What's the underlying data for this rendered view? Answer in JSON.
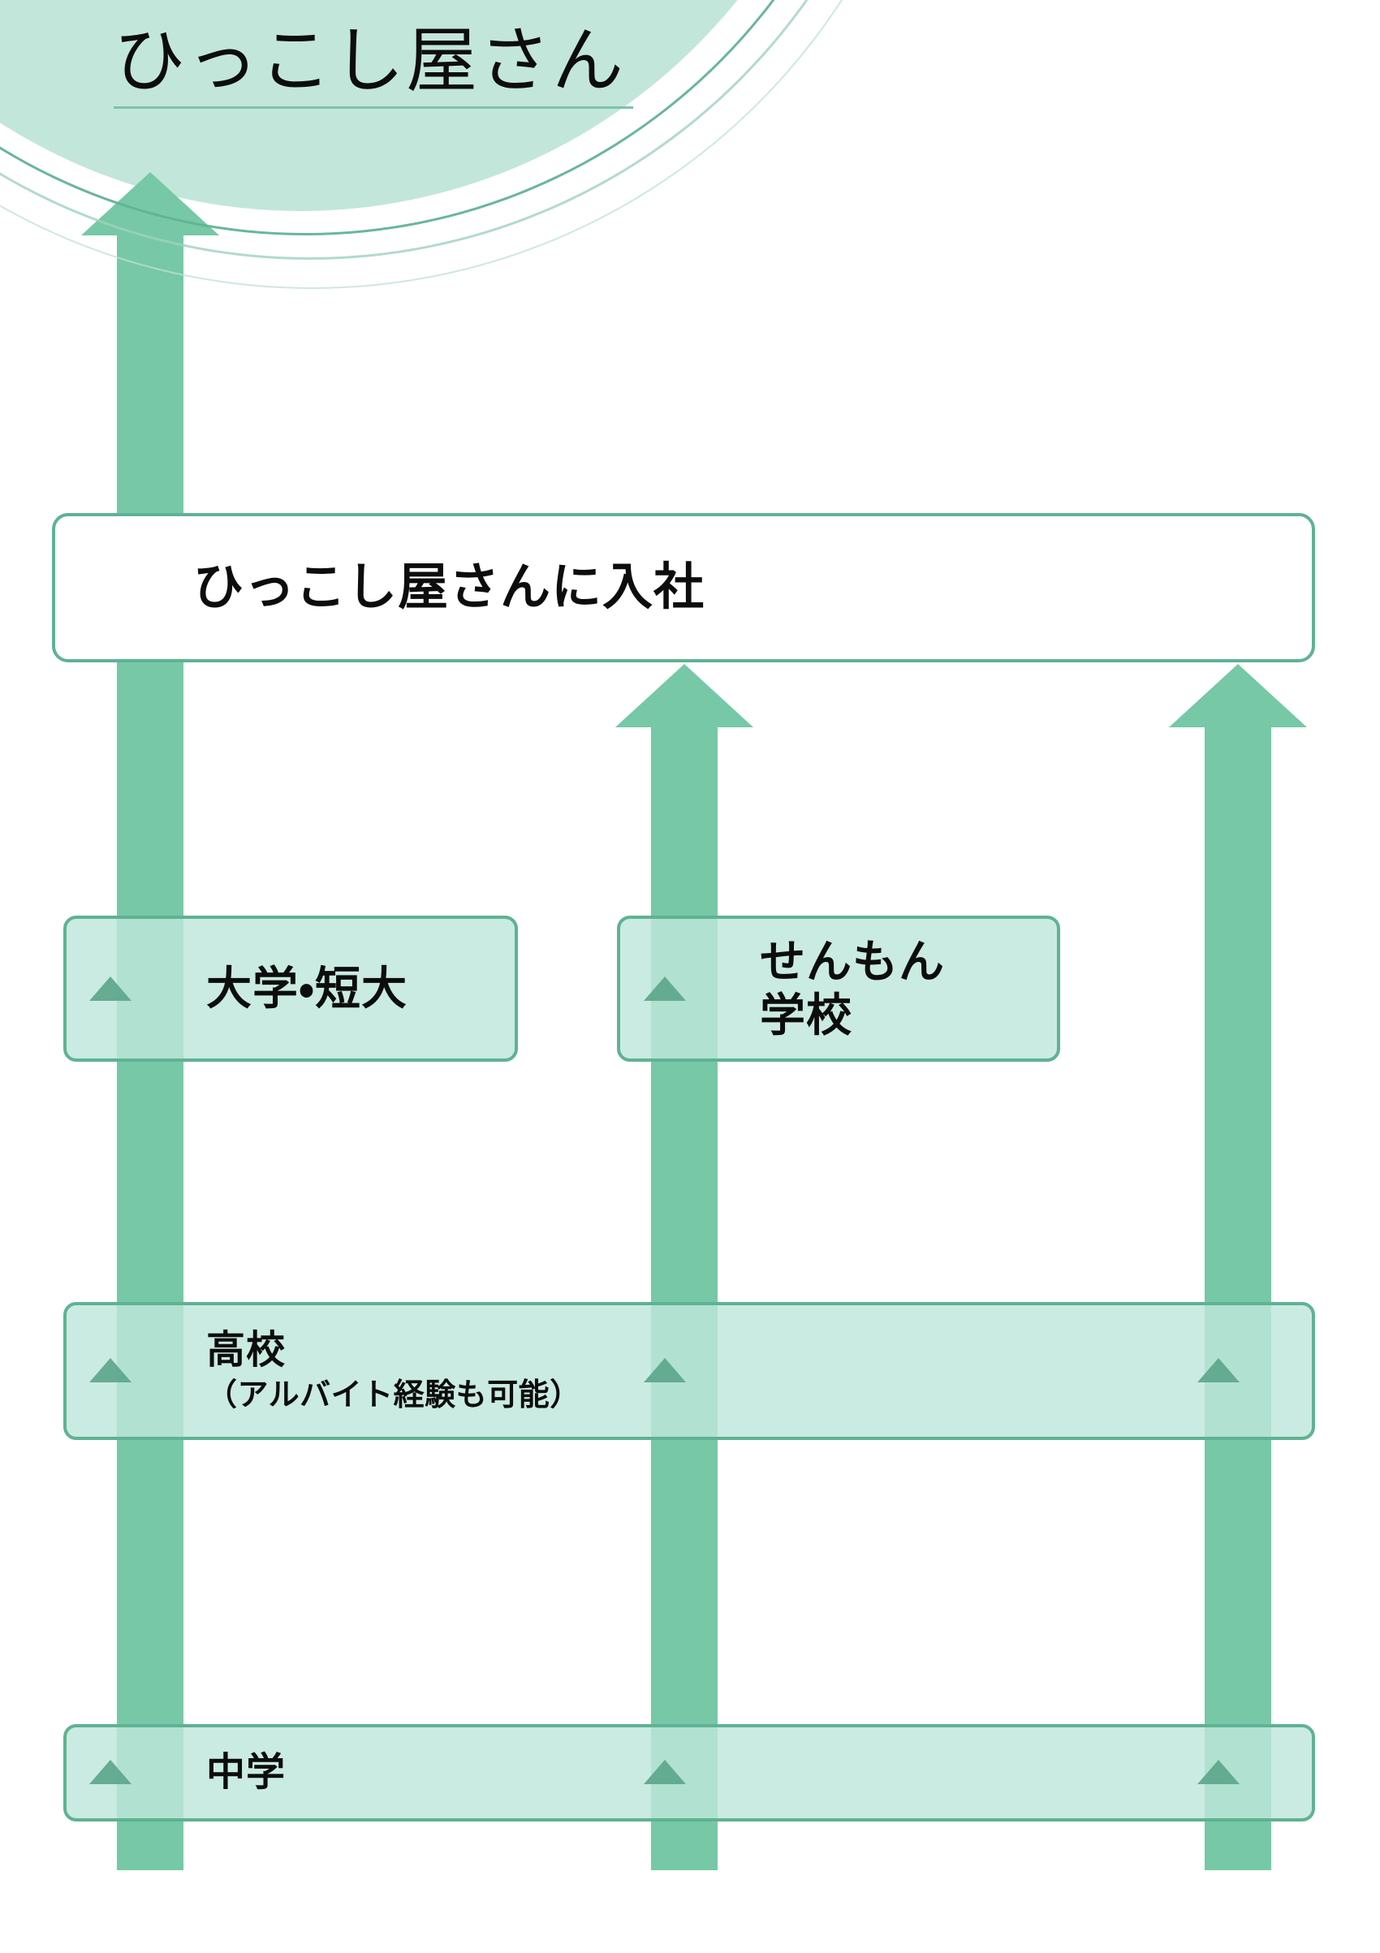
{
  "slide": {
    "title": "ひっこし屋さん",
    "colors": {
      "arrow": "#76c8a7",
      "box_border": "#5fb294",
      "box_fill_tinted": "#bee7da",
      "box_fill_white": "#ffffff",
      "header_blob": "#c3e6da",
      "marker": "#5fa98d",
      "text": "#0d0d0d"
    }
  },
  "nodes": {
    "company": {
      "label": "ひっこし屋さんに入社"
    },
    "university": {
      "label": "大学・短大"
    },
    "vocational": {
      "label": "せんもん\n学校"
    },
    "highschool": {
      "label": "高校",
      "sub": "（アルバイト経験も可能）"
    },
    "juniorhigh": {
      "label": "中学"
    }
  },
  "arrows": [
    {
      "name": "left-path-arrow",
      "from": "中学",
      "to": "ひっこし屋さんに入社"
    },
    {
      "name": "middle-path-arrow",
      "from": "中学",
      "to": "ひっこし屋さんに入社"
    },
    {
      "name": "right-path-arrow",
      "from": "中学",
      "to": "ひっこし屋さんに入社"
    }
  ]
}
